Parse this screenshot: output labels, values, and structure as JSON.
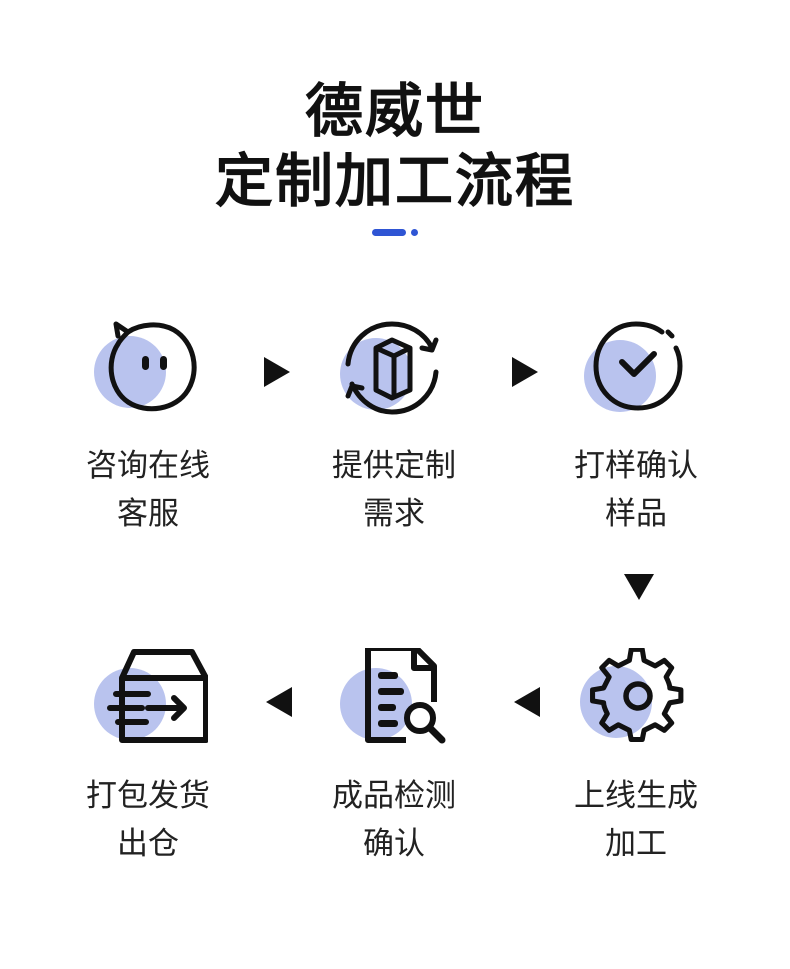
{
  "title": {
    "line1": "德威世",
    "line2": "定制加工流程"
  },
  "colors": {
    "accent": "#2f55d4",
    "icon_bg": "#b9c3ee",
    "ink": "#111111"
  },
  "steps": [
    {
      "icon": "chat-bubble-icon",
      "line1": "咨询在线",
      "line2": "客服"
    },
    {
      "icon": "rotating-box-icon",
      "line1": "提供定制",
      "line2": "需求"
    },
    {
      "icon": "check-clock-icon",
      "line1": "打样确认",
      "line2": "样品"
    },
    {
      "icon": "gear-icon",
      "line1": "上线生成",
      "line2": "加工"
    },
    {
      "icon": "document-search-icon",
      "line1": "成品检测",
      "line2": "确认"
    },
    {
      "icon": "box-arrow-icon",
      "line1": "打包发货",
      "line2": "出仓"
    }
  ]
}
